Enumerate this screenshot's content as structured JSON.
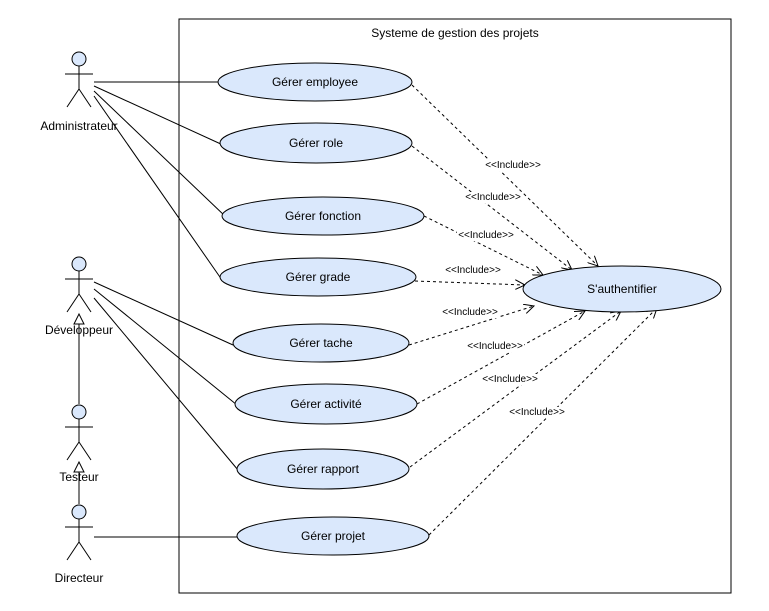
{
  "system": {
    "title": "Systeme de gestion des projets"
  },
  "actors": [
    {
      "id": "admin",
      "label": "Administrateur"
    },
    {
      "id": "dev",
      "label": "Développeur"
    },
    {
      "id": "testeur",
      "label": "Testeur"
    },
    {
      "id": "directeur",
      "label": "Directeur"
    }
  ],
  "use_cases": [
    {
      "id": "uc-employee",
      "label": "Gérer employee"
    },
    {
      "id": "uc-role",
      "label": "Gérer role"
    },
    {
      "id": "uc-fonction",
      "label": "Gérer fonction"
    },
    {
      "id": "uc-grade",
      "label": "Gérer grade"
    },
    {
      "id": "uc-tache",
      "label": "Gérer tache"
    },
    {
      "id": "uc-activite",
      "label": "Gérer activité"
    },
    {
      "id": "uc-rapport",
      "label": "Gérer rapport"
    },
    {
      "id": "uc-projet",
      "label": "Gérer projet"
    },
    {
      "id": "uc-auth",
      "label": "S'authentifier"
    }
  ],
  "associations": [
    {
      "actor": "admin",
      "use_case": "uc-employee"
    },
    {
      "actor": "admin",
      "use_case": "uc-role"
    },
    {
      "actor": "admin",
      "use_case": "uc-fonction"
    },
    {
      "actor": "admin",
      "use_case": "uc-grade"
    },
    {
      "actor": "dev",
      "use_case": "uc-tache"
    },
    {
      "actor": "dev",
      "use_case": "uc-activite"
    },
    {
      "actor": "dev",
      "use_case": "uc-rapport"
    },
    {
      "actor": "directeur",
      "use_case": "uc-projet"
    }
  ],
  "generalizations": [
    {
      "child": "testeur",
      "parent": "dev"
    },
    {
      "child": "directeur",
      "parent": "testeur"
    }
  ],
  "include_label": "<<Include>>",
  "includes": [
    {
      "from": "uc-employee",
      "to": "uc-auth"
    },
    {
      "from": "uc-role",
      "to": "uc-auth"
    },
    {
      "from": "uc-fonction",
      "to": "uc-auth"
    },
    {
      "from": "uc-grade",
      "to": "uc-auth"
    },
    {
      "from": "uc-tache",
      "to": "uc-auth"
    },
    {
      "from": "uc-activite",
      "to": "uc-auth"
    },
    {
      "from": "uc-rapport",
      "to": "uc-auth"
    },
    {
      "from": "uc-projet",
      "to": "uc-auth"
    }
  ],
  "colors": {
    "use_case_fill": "#dae8fc",
    "stroke": "#000000",
    "background": "#ffffff"
  }
}
